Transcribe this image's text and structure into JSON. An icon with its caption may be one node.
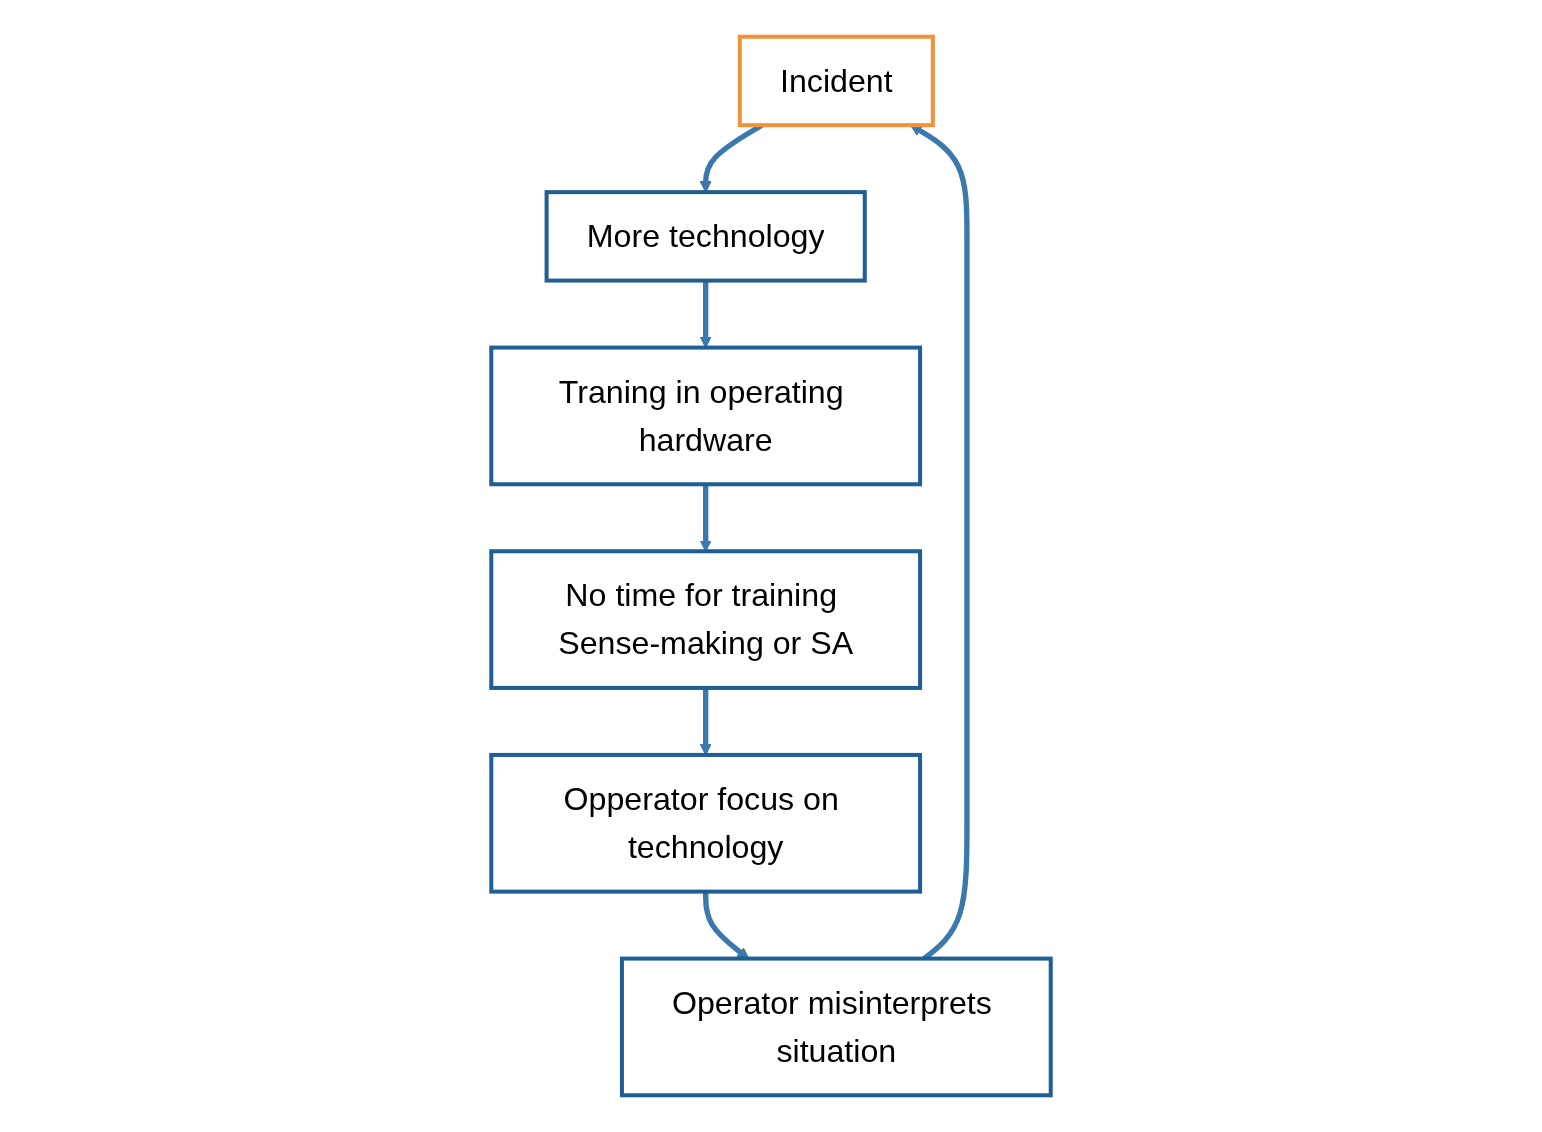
{
  "diagram": {
    "nodes": [
      {
        "text": [
          "Incident"
        ]
      },
      {
        "text": [
          "More technology"
        ]
      },
      {
        "text": [
          "Traning in operating hardware"
        ]
      },
      {
        "text": [
          "No time for training Sense-making or SA"
        ]
      },
      {
        "text": [
          "Opperator focus on technology"
        ]
      },
      {
        "text": [
          "Operator misinterprets situation"
        ]
      }
    ],
    "edges": [
      {
        "from": 0,
        "to": 1,
        "arrow": "to"
      },
      {
        "from": 1,
        "to": 2,
        "arrow": "to"
      },
      {
        "from": 2,
        "to": 3,
        "arrow": "to"
      },
      {
        "from": 3,
        "to": 4,
        "arrow": "to"
      },
      {
        "from": 4,
        "to": 5,
        "arrow": "to"
      },
      {
        "from": 5,
        "to": 0,
        "arrow": "to"
      }
    ]
  }
}
